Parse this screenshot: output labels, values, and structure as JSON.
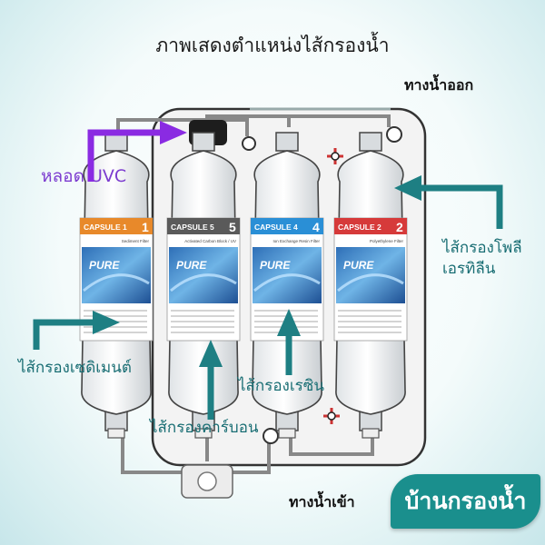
{
  "title": "ภาพเสดงตำแหน่งไส้กรองน้ำ",
  "labels": {
    "outlet": "ทางน้ำออก",
    "uvc": "หลอด UVC",
    "polyethylene": "ไส้กรองโพลี\nเอรทิลีน",
    "sediment": "ไส้กรองเซดิเมนต์",
    "resin": "ไส้กรองเรซิน",
    "carbon": "ไส้กรองคาร์บอน",
    "inlet": "ทางน้ำเข้า"
  },
  "brand": "บ้านกรองน้ำ",
  "capsules": [
    {
      "name": "CAPSULE 1",
      "num": "1",
      "sub": "Sediment Filter",
      "color": "#e8892a",
      "brandmark": "PURE"
    },
    {
      "name": "CAPSULE 5",
      "num": "5",
      "sub": "Activated Carbon Block / UV",
      "color": "#5a5a5a",
      "brandmark": "PURE"
    },
    {
      "name": "CAPSULE 4",
      "num": "4",
      "sub": "Ion Exchange Resin Filter",
      "color": "#2a8fd6",
      "brandmark": "PURE"
    },
    {
      "name": "CAPSULE 2",
      "num": "2",
      "sub": "Polyethylene Filter",
      "color": "#d63a3a",
      "brandmark": "PURE"
    }
  ],
  "colors": {
    "teal_arrow": "#1e7f83",
    "uvc_arrow": "#8a2be2",
    "brand_bg": "#1a8f8d"
  }
}
